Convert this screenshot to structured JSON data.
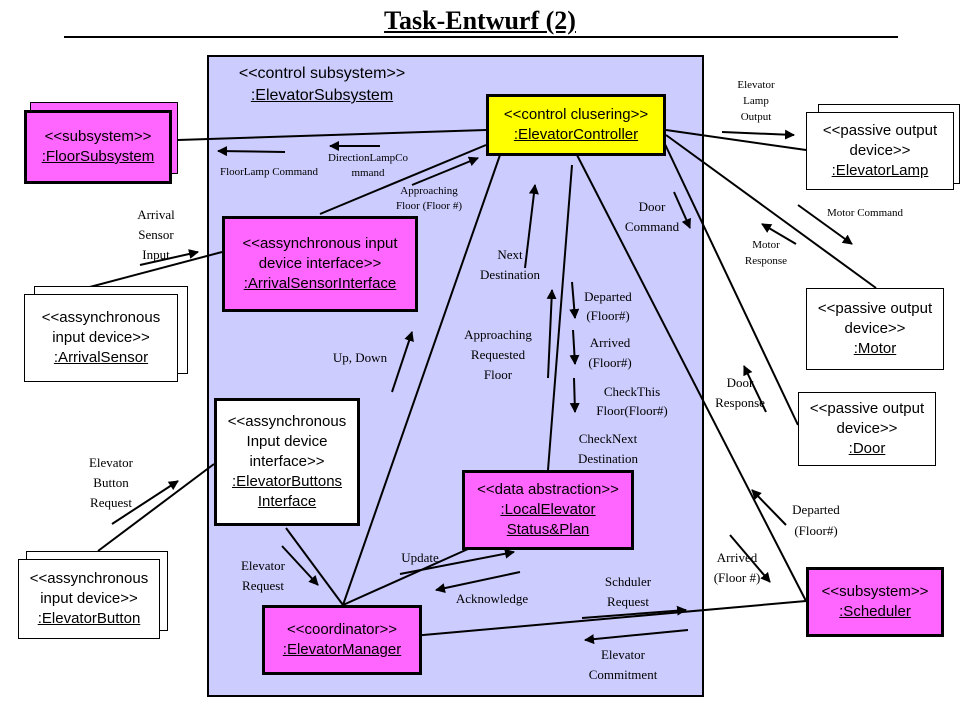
{
  "title": "Task-Entwurf  (2)",
  "subsystem": {
    "stereotype": "<<control subsystem>>",
    "name": ":ElevatorSubsystem"
  },
  "boxes": {
    "floor_subsystem": {
      "stereotype": "<<subsystem>>",
      "name": ":FloorSubsystem",
      "color": "#ff66ff"
    },
    "elevator_controller": {
      "stereotype": "<<control clusering>>",
      "name": ":ElevatorController",
      "color": "#ffff00"
    },
    "elevator_lamp": {
      "line1": "<<passive output",
      "line2": "device>>",
      "name": ":ElevatorLamp"
    },
    "arrival_sensor_interface": {
      "line1": "<<assynchronous input",
      "line2": "device interface>>",
      "name": ":ArrivalSensorInterface",
      "color": "#ff66ff"
    },
    "arrival_sensor": {
      "line1": "<<assynchronous",
      "line2": "input device>>",
      "name": ":ArrivalSensor"
    },
    "motor": {
      "line1": "<<passive output",
      "line2": "device>>",
      "name": ":Motor"
    },
    "door": {
      "line1": "<<passive output",
      "line2": "device>>",
      "name": ":Door"
    },
    "elevator_buttons_interface": {
      "line1": "<<assynchronous",
      "line2": "Input device",
      "line3": "interface>>",
      "name1": ":ElevatorButtons",
      "name2": "Interface"
    },
    "local_elevator": {
      "stereotype": "<<data abstraction>>",
      "name1": ":LocalElevator",
      "name2": "Status&Plan",
      "color": "#ff66ff"
    },
    "elevator_button": {
      "line1": "<<assynchronous",
      "line2": "input device>>",
      "name": ":ElevatorButton"
    },
    "elevator_manager": {
      "stereotype": "<<coordinator>>",
      "name": ":ElevatorManager",
      "color": "#ff66ff"
    },
    "scheduler": {
      "stereotype": "<<subsystem>>",
      "name": ":Scheduler",
      "color": "#ff66ff"
    }
  },
  "labels": {
    "floor_lamp_command": "FloorLamp Command",
    "direction_lamp_1": "DirectionLampCo",
    "direction_lamp_2": "mmand",
    "approaching_floor_1": "Approaching",
    "approaching_floor_2": "Floor (Floor #)",
    "arrival_sensor_input": [
      "Arrival",
      "Sensor",
      "Input"
    ],
    "next_destination": [
      "Next",
      "Destination"
    ],
    "door_command": [
      "Door",
      "Command"
    ],
    "departed_1": [
      "Departed",
      "(Floor#)"
    ],
    "arrived_1": [
      "Arrived",
      "(Floor#)"
    ],
    "approaching_requested": [
      "Approaching",
      "Requested",
      "Floor"
    ],
    "up_down": "Up, Down",
    "check_this": [
      "CheckThis",
      "Floor(Floor#)"
    ],
    "check_next": [
      "CheckNext",
      "Destination"
    ],
    "elevator_lamp_output": [
      "Elevator",
      "Lamp",
      "Output"
    ],
    "motor_command": "Motor Command",
    "motor_response": [
      "Motor",
      "Response"
    ],
    "door_response": [
      "Door",
      "Response"
    ],
    "elevator_button_request": [
      "Elevator",
      "Button",
      "Request"
    ],
    "elevator_request": [
      "Elevator",
      "Request"
    ],
    "update": "Update",
    "acknowledge": "Acknowledge",
    "scheduler_request": [
      "Schduler",
      "Request"
    ],
    "elevator_commitment": [
      "Elevator",
      "Commitment"
    ],
    "departed_2": [
      "Departed",
      "(Floor#)"
    ],
    "arrived_2": [
      "Arrived",
      "(Floor #)"
    ]
  }
}
